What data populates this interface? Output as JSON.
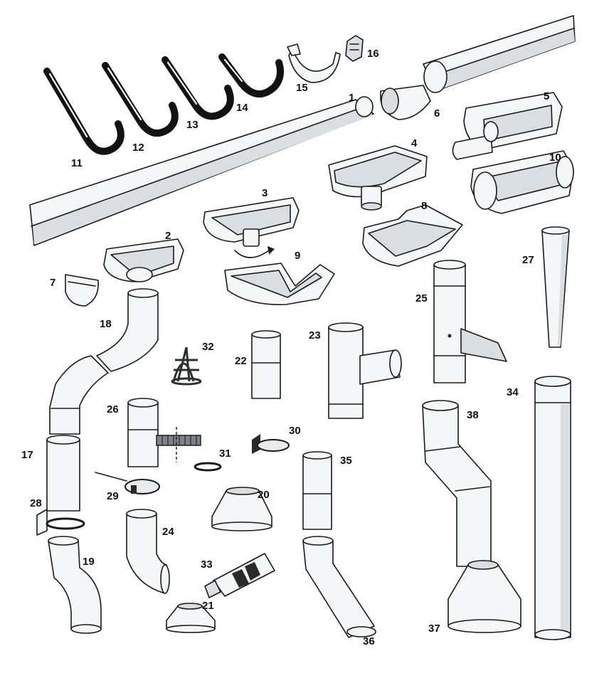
{
  "parts": [
    {
      "id": "1",
      "label": "1"
    },
    {
      "id": "2",
      "label": "2"
    },
    {
      "id": "3",
      "label": "3"
    },
    {
      "id": "4",
      "label": "4"
    },
    {
      "id": "5",
      "label": "5"
    },
    {
      "id": "6",
      "label": "6"
    },
    {
      "id": "7",
      "label": "7"
    },
    {
      "id": "8",
      "label": "8"
    },
    {
      "id": "9",
      "label": "9"
    },
    {
      "id": "10",
      "label": "10"
    },
    {
      "id": "11",
      "label": "11"
    },
    {
      "id": "12",
      "label": "12"
    },
    {
      "id": "13",
      "label": "13"
    },
    {
      "id": "14",
      "label": "14"
    },
    {
      "id": "15",
      "label": "15"
    },
    {
      "id": "16",
      "label": "16"
    },
    {
      "id": "17",
      "label": "17"
    },
    {
      "id": "18",
      "label": "18"
    },
    {
      "id": "19",
      "label": "19"
    },
    {
      "id": "20",
      "label": "20"
    },
    {
      "id": "21",
      "label": "21"
    },
    {
      "id": "22",
      "label": "22"
    },
    {
      "id": "23",
      "label": "23"
    },
    {
      "id": "24",
      "label": "24"
    },
    {
      "id": "25",
      "label": "25"
    },
    {
      "id": "26",
      "label": "26"
    },
    {
      "id": "27",
      "label": "27"
    },
    {
      "id": "28",
      "label": "28"
    },
    {
      "id": "29",
      "label": "29"
    },
    {
      "id": "30",
      "label": "30"
    },
    {
      "id": "31",
      "label": "31"
    },
    {
      "id": "32",
      "label": "32"
    },
    {
      "id": "33",
      "label": "33"
    },
    {
      "id": "34",
      "label": "34"
    },
    {
      "id": "35",
      "label": "35"
    },
    {
      "id": "36",
      "label": "36"
    },
    {
      "id": "37",
      "label": "37"
    },
    {
      "id": "38",
      "label": "38"
    }
  ],
  "colors": {
    "outline": "#1a1a1a",
    "body": "#f4f6f7",
    "shade": "#d9dee2",
    "hook": "#121212"
  }
}
